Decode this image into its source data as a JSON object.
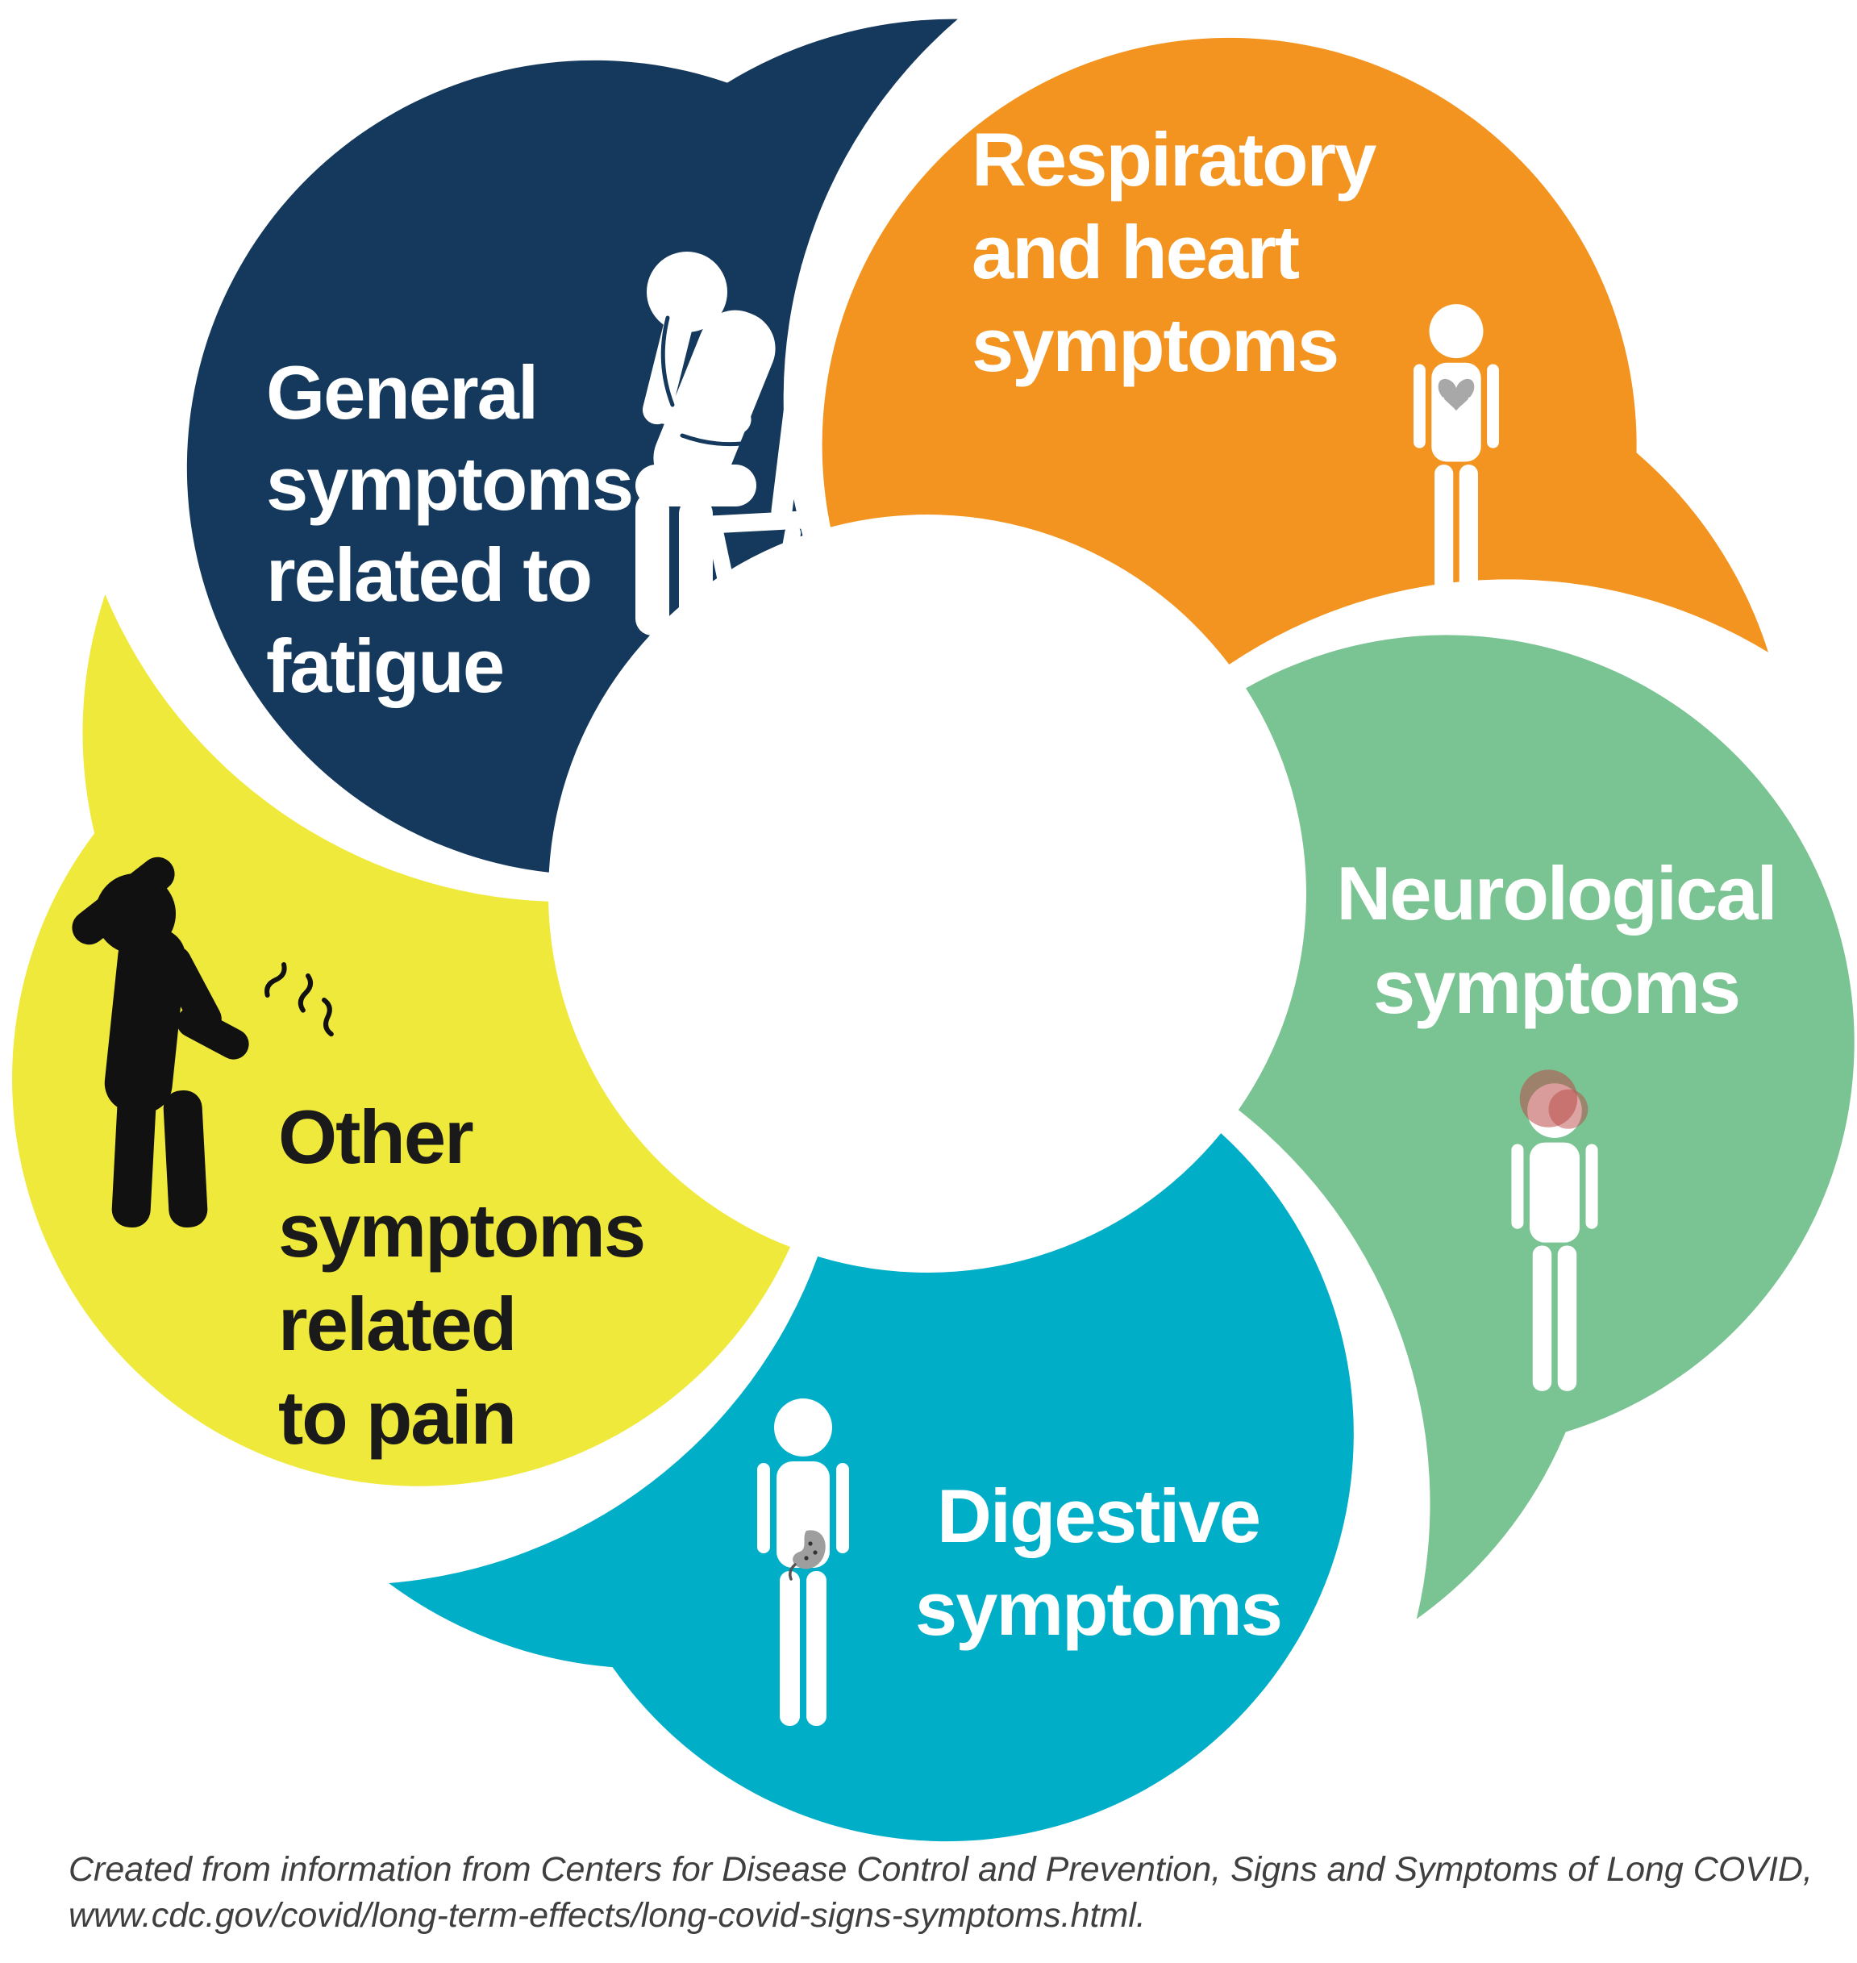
{
  "diagram": {
    "type": "cycle-infographic",
    "topic": "Signs and Symptoms of Long COVID",
    "segments": [
      {
        "id": "general-fatigue",
        "label_lines": [
          "General",
          "symptoms",
          "related to",
          "fatigue"
        ],
        "color": "#14395C",
        "text_color": "#FFFFFF",
        "icon": "seated-person-head-in-hands-icon"
      },
      {
        "id": "respiratory-heart",
        "label_lines": [
          "Respiratory",
          "and heart",
          "symptoms"
        ],
        "color": "#F2941F",
        "text_color": "#FFFFFF",
        "icon": "person-heart-lungs-icon"
      },
      {
        "id": "neurological",
        "label_lines": [
          "Neurological",
          "symptoms"
        ],
        "color": "#7AC392",
        "text_color": "#FFFFFF",
        "icon": "person-head-highlight-icon"
      },
      {
        "id": "digestive",
        "label_lines": [
          "Digestive",
          "symptoms"
        ],
        "color": "#00AEC7",
        "text_color": "#FFFFFF",
        "icon": "person-stomach-icon"
      },
      {
        "id": "other-pain",
        "label_lines": [
          "Other",
          "symptoms",
          "related",
          "to pain"
        ],
        "color": "#EFE93C",
        "text_color": "#1A1A1A",
        "icon": "person-pain-icon"
      }
    ],
    "icon_colors": {
      "figure_white": "#FFFFFF",
      "figure_black": "#111111",
      "organ_gray": "#A8A8A8",
      "stomach_gray": "#9E9E9E",
      "stomach_outline": "#555555",
      "pain_red": "#B94A48"
    }
  },
  "caption": {
    "line1": "Created from information from Centers for Disease Control and Prevention, Signs and Symptoms of Long COVID,",
    "line2": "www.cdc.gov/covid/long-term-effects/long-covid-signs-symptoms.html."
  }
}
